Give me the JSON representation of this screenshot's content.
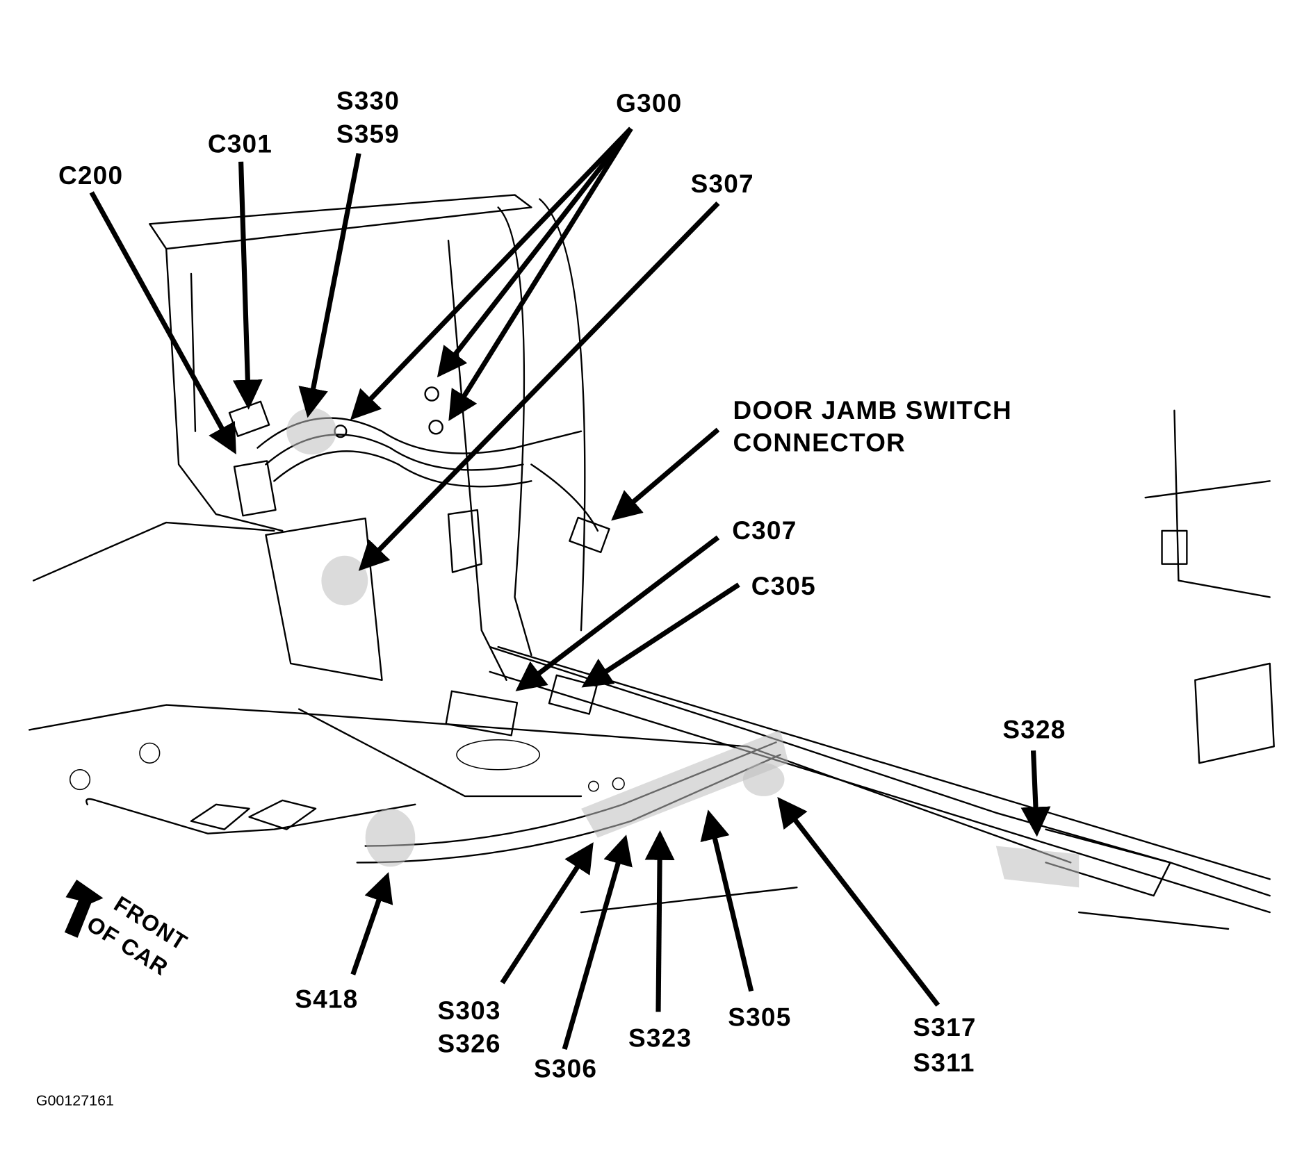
{
  "figure_id": "G00127161",
  "orientation_label": [
    "FRONT",
    "OF CAR"
  ],
  "callouts": {
    "c200": "C200",
    "c301": "C301",
    "s330": "S330",
    "s359": "S359",
    "g300": "G300",
    "s307": "S307",
    "door_jamb_line1": "DOOR JAMB SWITCH",
    "door_jamb_line2": "CONNECTOR",
    "c307": "C307",
    "c305": "C305",
    "s328": "S328",
    "s418": "S418",
    "s303": "S303",
    "s326": "S326",
    "s306": "S306",
    "s323": "S323",
    "s305": "S305",
    "s317": "S317",
    "s311": "S311"
  }
}
